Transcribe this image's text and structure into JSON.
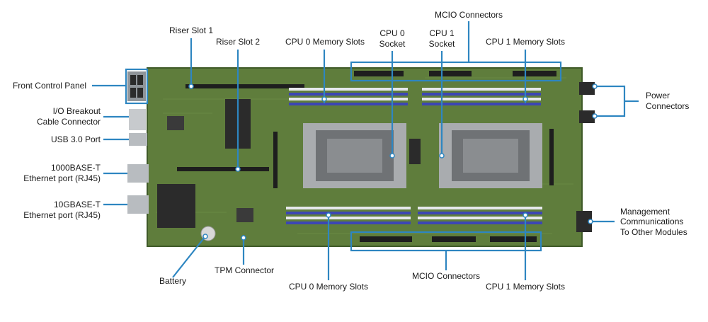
{
  "labels": {
    "front_control_panel": "Front Control Panel",
    "riser_slot_1": "Riser Slot 1",
    "riser_slot_2": "Riser Slot 2",
    "io_breakout_1": "I/O Breakout",
    "io_breakout_2": "Cable Connector",
    "usb": "USB 3.0 Port",
    "eth1g_1": "1000BASE-T",
    "eth1g_2": "Ethernet port (RJ45)",
    "eth10g_1": "10GBASE-T",
    "eth10g_2": "Ethernet port (RJ45)",
    "battery": "Battery",
    "tpm": "TPM Connector",
    "cpu0_mem_top": "CPU 0 Memory Slots",
    "cpu0_socket_1": "CPU 0",
    "cpu0_socket_2": "Socket",
    "cpu1_socket_1": "CPU 1",
    "cpu1_socket_2": "Socket",
    "mcio_top": "MCIO Connectors",
    "cpu1_mem_top": "CPU 1 Memory Slots",
    "power_1": "Power",
    "power_2": "Connectors",
    "mgmt_1": "Management",
    "mgmt_2": "Communications",
    "mgmt_3": "To Other Modules",
    "cpu0_mem_bottom": "CPU 0 Memory Slots",
    "mcio_bottom": "MCIO Connectors",
    "cpu1_mem_bottom": "CPU 1 Memory Slots"
  },
  "colors": {
    "board": "#5f7d3c",
    "board_dark": "#4a6630",
    "callout": "#2e86c1",
    "dimm": "#3c46b4",
    "dimm_white": "#e6e8ec",
    "socket": "#a9acaf",
    "heatsink": "#2b2b2b",
    "port": "#b8bcc0"
  }
}
